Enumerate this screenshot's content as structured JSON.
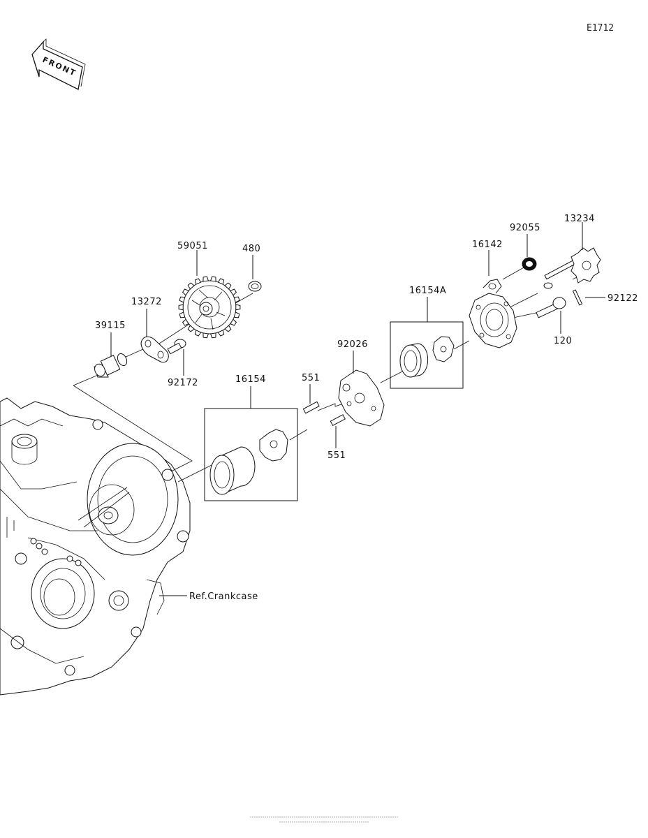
{
  "diagram_code": "E1712",
  "front_arrow_text": "FRONT",
  "labels": {
    "p39115": "39115",
    "p13272": "13272",
    "p59051": "59051",
    "p480": "480",
    "p92172": "92172",
    "p16154": "16154",
    "p551a": "551",
    "p551b": "551",
    "p92026": "92026",
    "p16154A": "16154A",
    "p16142": "16142",
    "p92055": "92055",
    "p13234": "13234",
    "p92122": "92122",
    "p120": "120",
    "ref_crankcase": "Ref.Crankcase"
  }
}
